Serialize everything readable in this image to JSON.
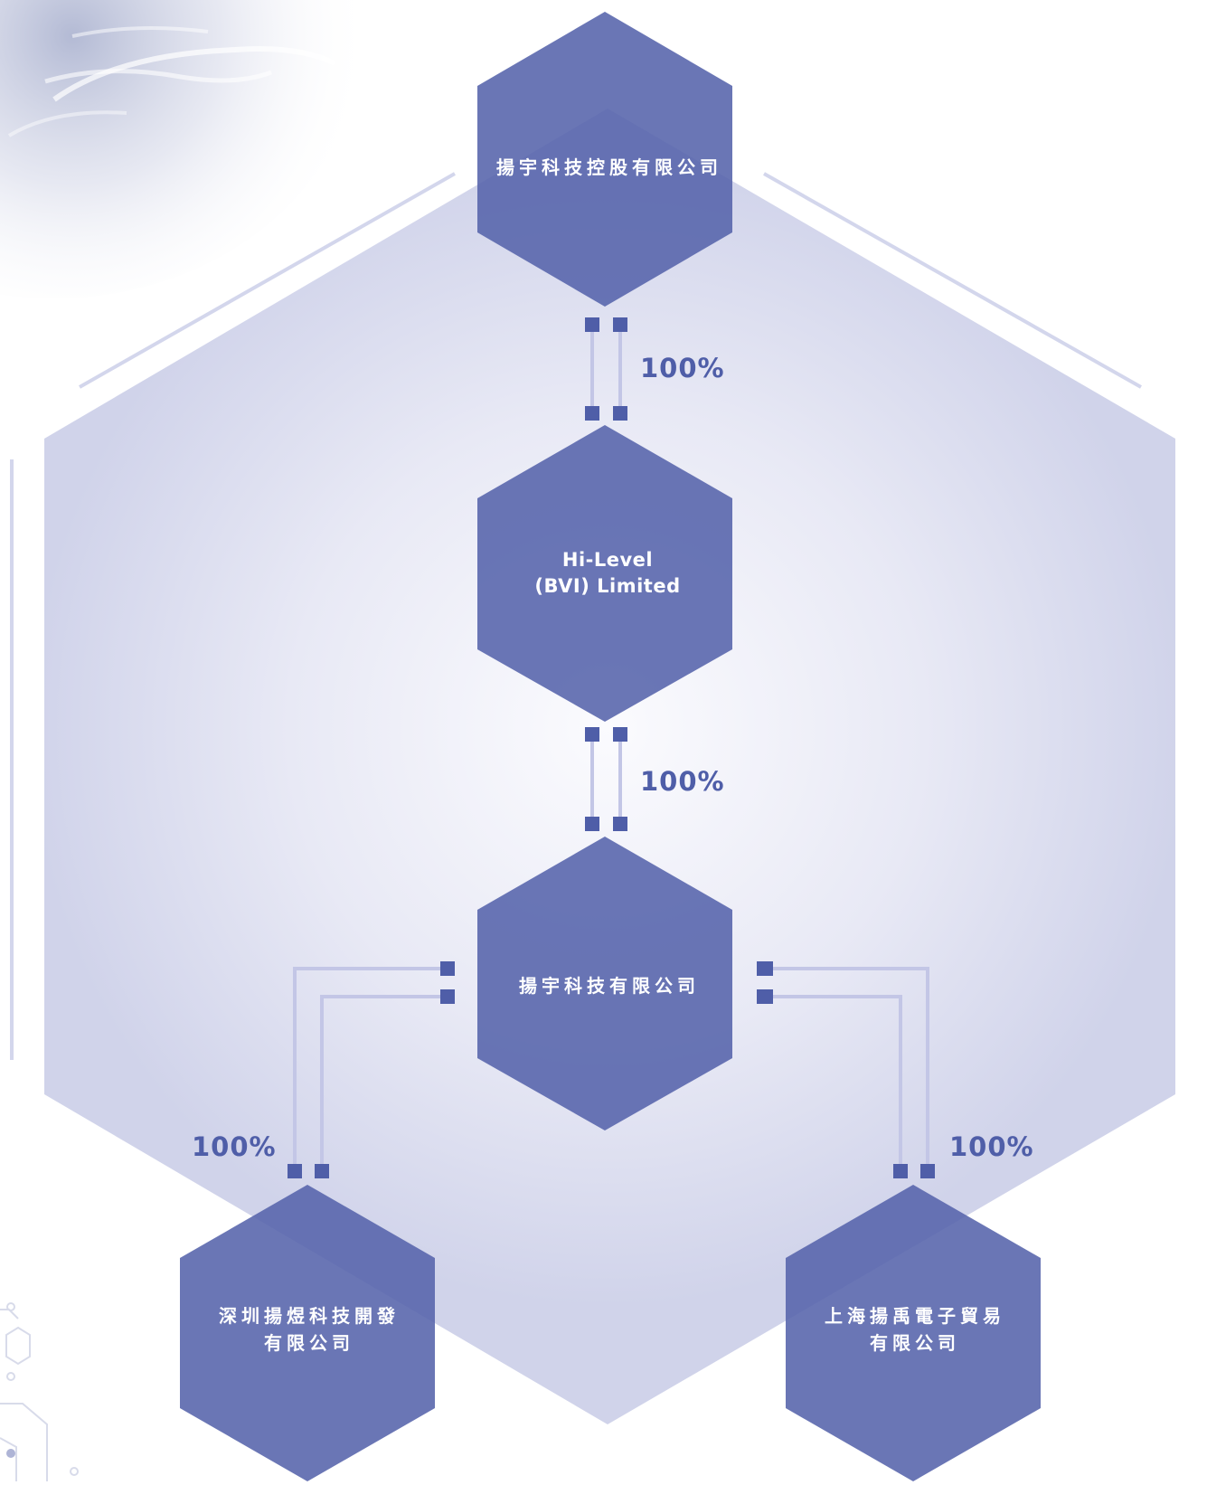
{
  "diagram": {
    "entities": {
      "holding": "揚宇科技控股有限公司",
      "bvi_line1": "Hi-Level",
      "bvi_line2": "(BVI) Limited",
      "main": "揚宇科技有限公司",
      "shenzhen_line1": "深圳揚煜科技開發",
      "shenzhen_line2": "有限公司",
      "shanghai_line1": "上海揚禹電子貿易",
      "shanghai_line2": "有限公司"
    },
    "ownership": {
      "holding_to_bvi": "100%",
      "bvi_to_main": "100%",
      "main_to_shenzhen": "100%",
      "main_to_shanghai": "100%"
    }
  },
  "colors": {
    "node": "#5563ab",
    "connector": "#c3c6e6",
    "square": "#4f5ea8",
    "percent": "#4f5ea8",
    "backdrop": "#ccd0ea"
  }
}
